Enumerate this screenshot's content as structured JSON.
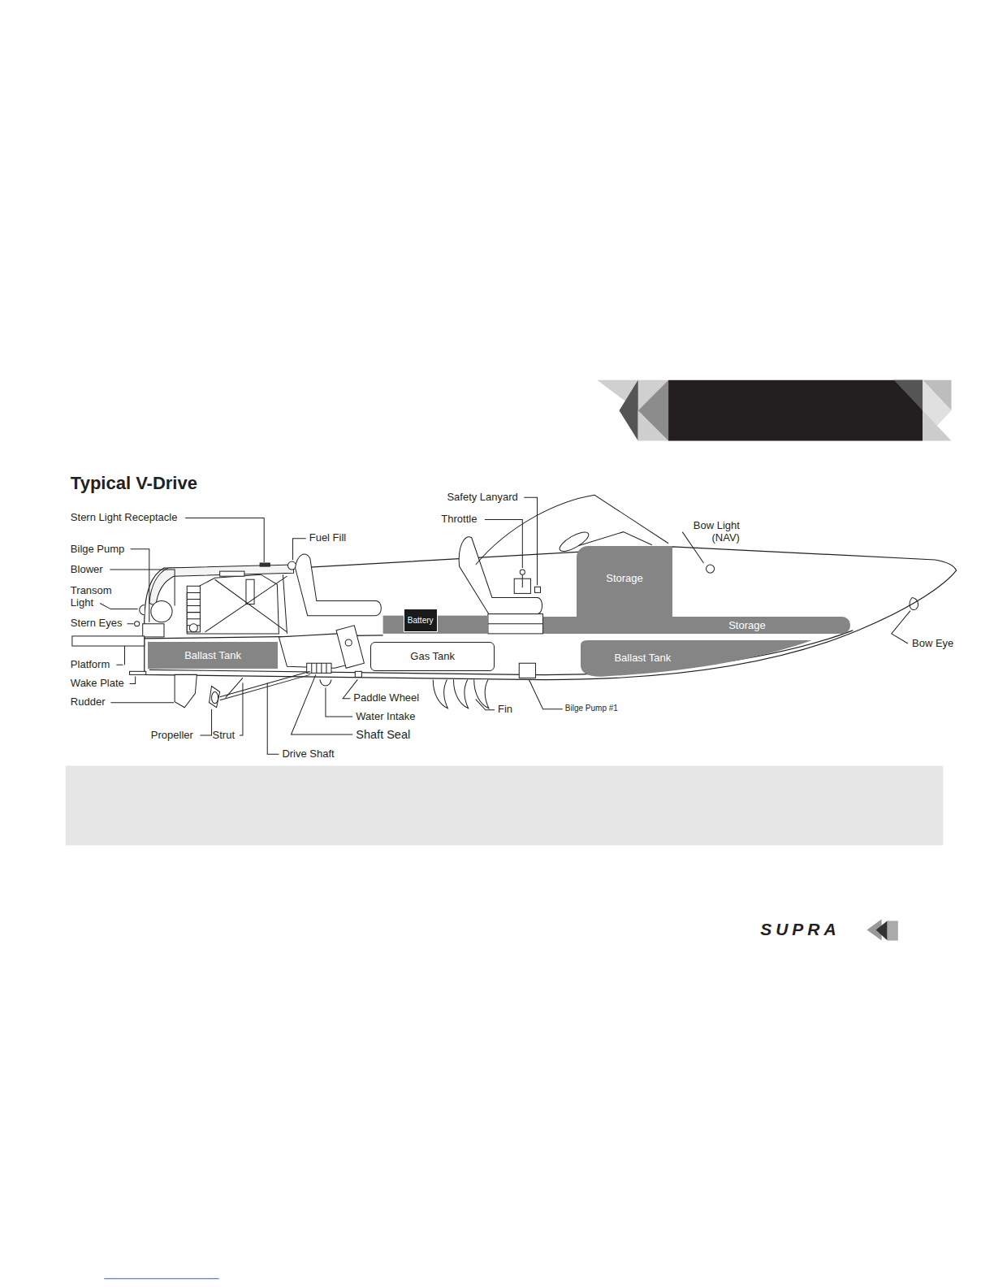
{
  "diagram": {
    "title": "Typical V-Drive",
    "nodes": [
      {
        "text": [
          "Ballast Tank"
        ]
      },
      {
        "text": [
          "Battery"
        ]
      },
      {
        "text": [
          "Gas Tank"
        ]
      },
      {
        "text": [
          "Storage"
        ]
      },
      {
        "text": [
          "Storage"
        ]
      },
      {
        "text": [
          "Ballast Tank"
        ]
      }
    ],
    "labels": [
      "Safety Lanyard",
      "Throttle",
      "Stern Light Receptacle",
      "Fuel Fill",
      "Bow Light (NAV)",
      "Bilge Pump",
      "Blower",
      "Transom Light",
      "Stern Eyes",
      "Bow Eye",
      "Platform",
      "Wake Plate",
      "Paddle Wheel",
      "Rudder",
      "Fin",
      "Bilge Pump #1",
      "Water Intake",
      "Propeller",
      "Strut",
      "Shaft Seal",
      "Drive Shaft",
      "SUPRA"
    ]
  }
}
